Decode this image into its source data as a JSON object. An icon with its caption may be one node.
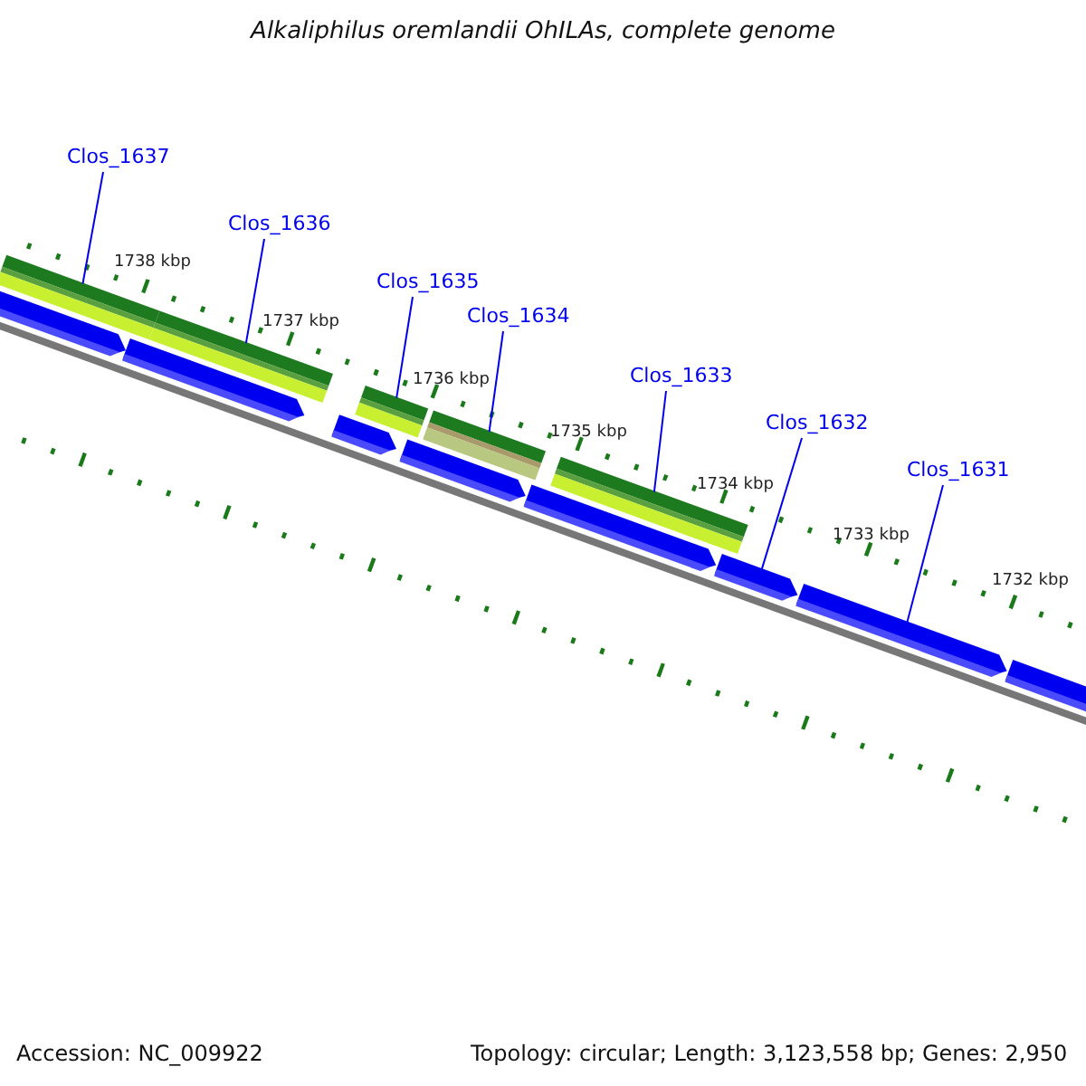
{
  "diagram": {
    "title": "Alkaliphilus oremlandii OhILAs, complete genome",
    "nodes": [
      {
        "text": [
          "Clos_1637"
        ]
      },
      {
        "text": [
          "Clos_1636"
        ]
      },
      {
        "text": [
          "Clos_1635"
        ]
      },
      {
        "text": [
          "Clos_1634"
        ]
      },
      {
        "text": [
          "Clos_1633"
        ]
      },
      {
        "text": [
          "Clos_1632"
        ]
      },
      {
        "text": [
          "Clos_1631"
        ]
      },
      {
        "text": [],
        "shape": "arrow"
      },
      {
        "text": [],
        "shape": "arrow"
      },
      {
        "text": [],
        "shape": "arrow"
      },
      {
        "text": [],
        "shape": "arrow"
      },
      {
        "text": [],
        "shape": "arrow"
      },
      {
        "text": [],
        "shape": "arrow"
      },
      {
        "text": [],
        "shape": "arrow"
      }
    ],
    "edges": [
      {
        "from": 0,
        "to": 7,
        "arrow": "none"
      },
      {
        "from": 1,
        "to": 8,
        "arrow": "none"
      },
      {
        "from": 2,
        "to": 9,
        "arrow": "none"
      },
      {
        "from": 3,
        "to": 10,
        "arrow": "none"
      },
      {
        "from": 4,
        "to": 11,
        "arrow": "none"
      },
      {
        "from": 5,
        "to": 12,
        "arrow": "none"
      },
      {
        "from": 6,
        "to": 13,
        "arrow": "none"
      }
    ],
    "labels": [
      "1738 kbp",
      "1737 kbp",
      "1736 kbp",
      "1735 kbp",
      "1734 kbp",
      "1733 kbp",
      "1732 kbp",
      "Accession: NC_009922",
      "Topology: circular; Length: 3,123,558 bp; Genes: 2,950"
    ]
  }
}
